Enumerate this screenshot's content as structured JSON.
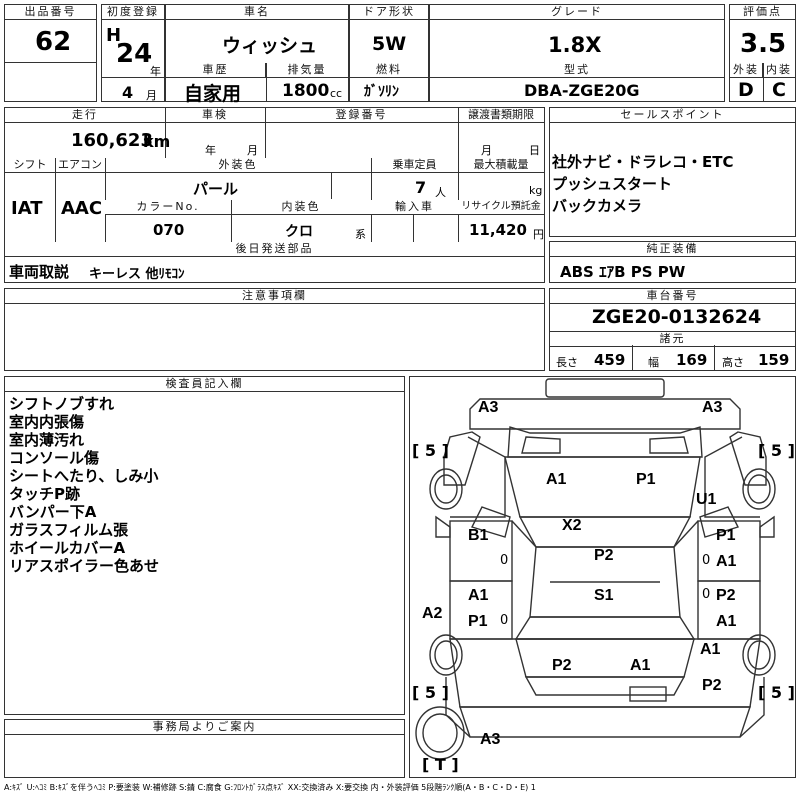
{
  "header": {
    "lot_label": "出品番号",
    "lot": "62",
    "first_reg_label": "初度登録",
    "era": "H",
    "year": "24",
    "year_unit": "年",
    "month": "4",
    "month_unit": "月",
    "car_name_label": "車名",
    "car_name": "ウィッシュ",
    "door_label": "ドア形状",
    "door": "5W",
    "grade_label": "グレード",
    "grade": "1.8X",
    "score_label": "評価点",
    "score": "3.5",
    "history_label": "車歴",
    "history": "自家用",
    "displacement_label": "排気量",
    "displacement": "1800",
    "cc": "cc",
    "fuel_label": "燃料",
    "fuel": "ｶﾞｿﾘﾝ",
    "model_label": "型式",
    "model": "DBA-ZGE20G",
    "exterior_label": "外装",
    "exterior": "D",
    "interior_label": "内装",
    "interior": "C"
  },
  "row2": {
    "mileage_label": "走行",
    "mileage": "160,623",
    "mileage_unit": "km",
    "inspection_label": "車検",
    "insp_year_unit": "年",
    "insp_month_unit": "月",
    "reg_no_label": "登録番号",
    "transfer_label": "譲渡書類期限",
    "transfer_month_unit": "月",
    "transfer_day_unit": "日",
    "shift_label": "シフト",
    "shift": "IAT",
    "ac_label": "エアコン",
    "ac": "AAC",
    "ext_color_label": "外装色",
    "ext_color": "パール",
    "capacity_label": "乗車定員",
    "capacity": "7",
    "capacity_unit": "人",
    "max_load_label": "最大積載量",
    "max_load_unit": "kg",
    "color_no_label": "カラーNo.",
    "color_no": "070",
    "int_color_label": "内装色",
    "int_color": "クロ",
    "int_color_suffix": "系",
    "import_label": "輸入車",
    "recycle_label": "リサイクル預託金",
    "recycle": "11,420",
    "recycle_unit": "円",
    "later_parts_label": "後日発送部品",
    "later_parts_main": "車両取説",
    "later_parts_rest": "キーレス 他ﾘﾓｺﾝ"
  },
  "sales": {
    "label": "セールスポイント",
    "lines": [
      "社外ナビ・ドラレコ・ETC",
      "プッシュスタート",
      "バックカメラ"
    ]
  },
  "equipment": {
    "label": "純正装備",
    "value": "ABS ｴｱB PS PW"
  },
  "caution": {
    "label": "注意事項欄"
  },
  "chassis": {
    "label": "車台番号",
    "value": "ZGE20-0132624",
    "dims_label": "諸元",
    "length_label": "長さ",
    "length": "459",
    "width_label": "幅",
    "width": "169",
    "height_label": "高さ",
    "height": "159"
  },
  "inspector": {
    "label": "検査員記入欄",
    "notes": [
      "シフトノブすれ",
      "室内内張傷",
      "室内薄汚れ",
      "コンソール傷",
      "シートへたり、しみ小",
      "タッチP跡",
      "バンパー下A",
      "ガラスフィルム張",
      "ホイールカバーA",
      "リアスポイラー色あせ"
    ]
  },
  "office": {
    "label": "事務局よりご案内"
  },
  "diagram": {
    "front_left": "A3",
    "front_right": "A3",
    "tire_fl": "5",
    "tire_fr": "5",
    "tire_rl": "5",
    "tire_rr": "5",
    "spare": "T",
    "hood_a": "A1",
    "hood_b": "P1",
    "fender_r": "U1",
    "windshield": "X2",
    "roof": "P2",
    "roof2": "S1",
    "door_lf": "B1",
    "door_lf_z": "0",
    "door_rf1": "P1",
    "door_rf2": "A1",
    "door_rf_z": "0",
    "door_lr1": "A1",
    "door_lr2": "P1",
    "door_lr_z": "0",
    "door_rr1": "P2",
    "door_rr2": "A1",
    "door_rr_z": "0",
    "side_l": "A2",
    "rear_a": "P2",
    "rear_b": "A1",
    "quarter_r1": "A1",
    "quarter_r2": "P2",
    "rear_bumper": "A3"
  },
  "legend": "A:ｷｽﾞ U:ﾍｺﾐ B:ｷｽﾞを伴うﾍｺﾐ P:要塗装 W:補修跡 S:錆 C:腐食 G:ﾌﾛﾝﾄｶﾞﾗｽ点ｷｽﾞ XX:交換済み X:要交換 内・外装評価 5段階ﾗﾝｸ順(A・B・C・D・E) 1"
}
